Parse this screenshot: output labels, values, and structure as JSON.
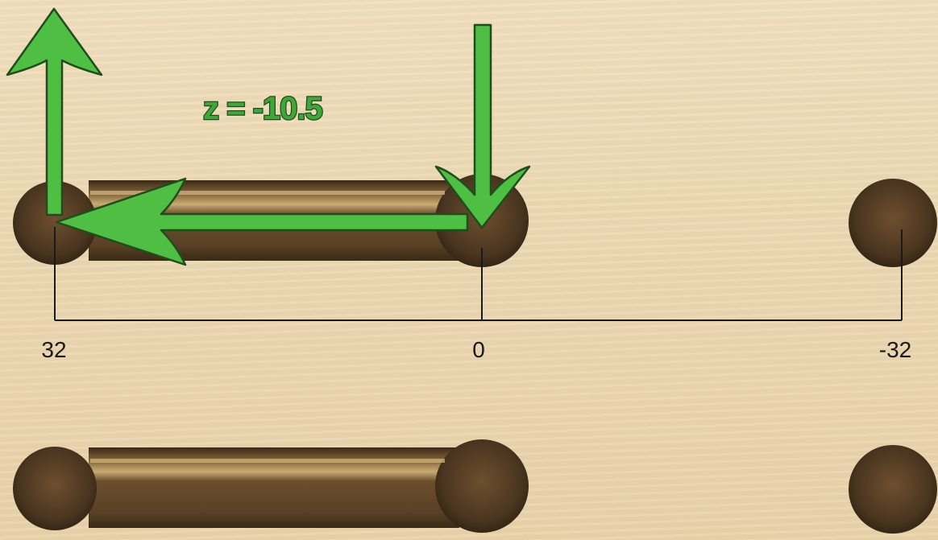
{
  "annotation": {
    "depth_label": "z = -10.5"
  },
  "dimension_line": {
    "ticks": [
      "32",
      "0",
      "-32"
    ]
  },
  "colors": {
    "wood_light": "#ecd8b2",
    "pocket_dark": "#4a3520",
    "pocket_mid": "#7a5a36",
    "arrow_fill": "#4fbf43",
    "arrow_stroke": "#1f4d1c",
    "dimension_line": "#1a1a1a"
  },
  "icons": [
    "up-arrow-icon",
    "down-arrow-icon",
    "left-arrow-icon"
  ]
}
